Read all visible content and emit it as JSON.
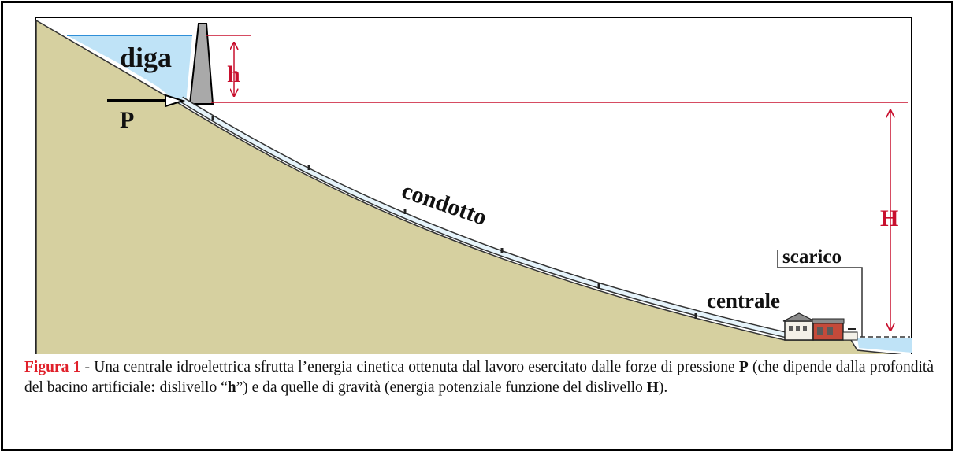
{
  "diagram": {
    "labels": {
      "dam": "diga",
      "h": "h",
      "p": "P",
      "H": "H",
      "pipe": "condotto",
      "outlet": "scarico",
      "plant": "centrale"
    },
    "colors": {
      "terrain": "#d6d0a0",
      "water": "#bfe3f7",
      "water_line": "#2f8fd8",
      "dam": "#a9a9a9",
      "measure": "#c8102e",
      "pipe": "#e6f4fb"
    }
  },
  "caption": {
    "title": "Figura 1",
    "text_1": " - Una centrale idroelettrica sfrutta l’energia cinetica ottenuta dal lavoro esercitato dalle forze di pressione ",
    "bold_p": "P",
    "text_2": " (che dipende dalla profondità del bacino artificiale",
    "bold_colon": ":",
    "text_3": " dislivello “",
    "bold_h": "h",
    "text_4": "”) e da quelle di gravità (energia potenziale funzione del dislivello ",
    "bold_H": "H",
    "text_5": ")."
  }
}
